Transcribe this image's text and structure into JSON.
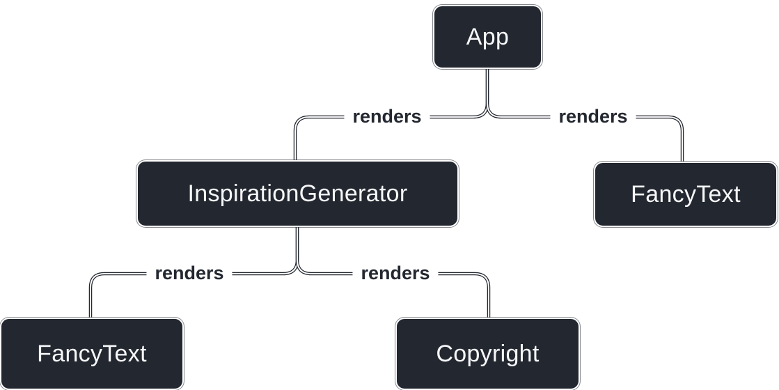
{
  "diagram": {
    "type": "tree",
    "colors": {
      "background": "#FFFFFF",
      "node_fill": "#23272F",
      "node_text": "#F6F7F9",
      "node_border": "#FFFFFF",
      "line_core": "#FFFFFF",
      "line_outline": "#23272F",
      "edge_label_text": "#23272F"
    },
    "nodes": [
      {
        "id": "app",
        "label": "App"
      },
      {
        "id": "inspiration-generator",
        "label": "InspirationGenerator"
      },
      {
        "id": "fancy-text-top",
        "label": "FancyText"
      },
      {
        "id": "fancy-text-bottom",
        "label": "FancyText"
      },
      {
        "id": "copyright",
        "label": "Copyright"
      }
    ],
    "edges": [
      {
        "from": "App",
        "to": "InspirationGenerator",
        "label": "renders"
      },
      {
        "from": "App",
        "to": "FancyText",
        "label": "renders"
      },
      {
        "from": "InspirationGenerator",
        "to": "FancyText",
        "label": "renders"
      },
      {
        "from": "InspirationGenerator",
        "to": "Copyright",
        "label": "renders"
      }
    ]
  }
}
